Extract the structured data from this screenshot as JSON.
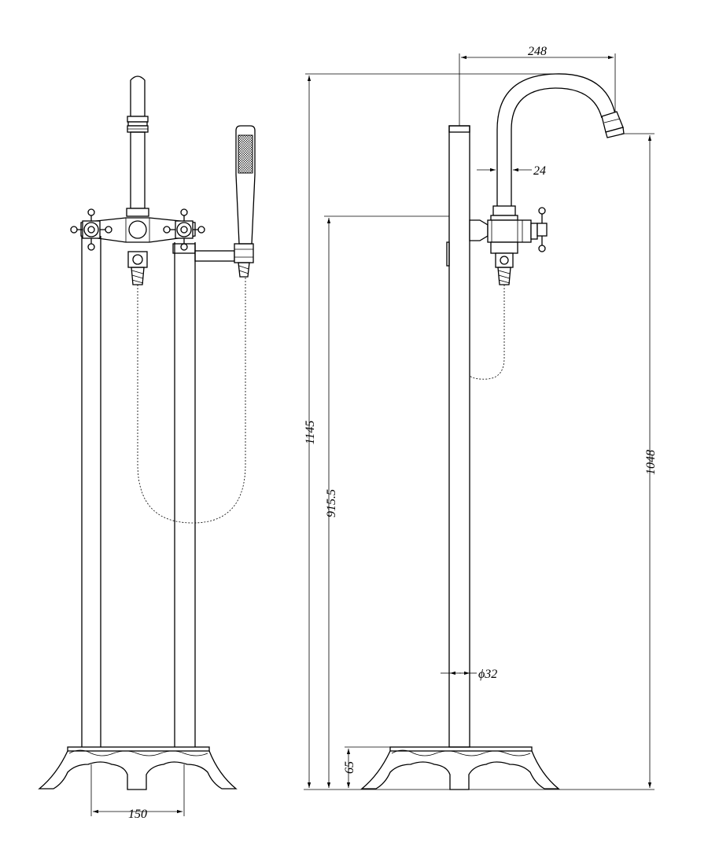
{
  "dimensions": {
    "spout_reach": "248",
    "spout_diameter": "24",
    "total_height": "1145",
    "valve_height": "915.5",
    "spout_outlet_height": "1048",
    "pipe_diameter": "ϕ32",
    "base_height": "65",
    "pipe_spacing": "150"
  }
}
